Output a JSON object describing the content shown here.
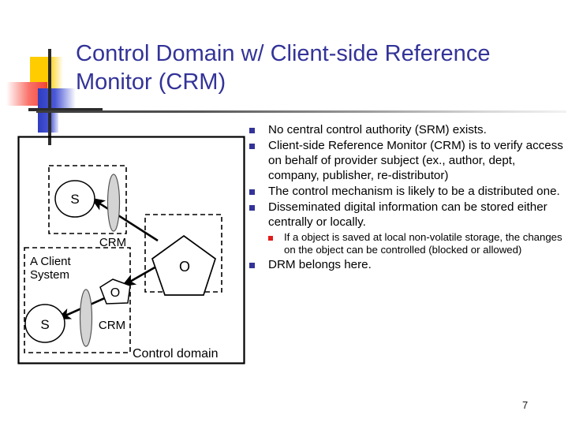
{
  "slide": {
    "title": "Control Domain w/ Client-side Reference Monitor (CRM)",
    "title_color": "#333399",
    "page_number": "7",
    "bullet_color": "#333399",
    "sub_bullet_color": "#e21b1b"
  },
  "bullets": [
    {
      "level": 1,
      "text": "No central control authority (SRM) exists."
    },
    {
      "level": 1,
      "text": "Client-side Reference Monitor (CRM) is to verify access on behalf of provider subject (ex., author, dept, company, publisher, re-distributor)"
    },
    {
      "level": 1,
      "text": "The control mechanism is likely to be  a distributed one."
    },
    {
      "level": 1,
      "text": "Disseminated digital information can be stored either centrally or locally."
    },
    {
      "level": 2,
      "text": "If a object is saved at local non-volatile storage, the changes on the object can be controlled (blocked or allowed)"
    },
    {
      "level": 1,
      "text": "DRM belongs here."
    }
  ],
  "diagram": {
    "outer_label": "Control domain",
    "client_system_label": "A Client System",
    "nodes": [
      {
        "id": "subject-top",
        "shape": "circle",
        "label": "S"
      },
      {
        "id": "crm-top",
        "shape": "lens",
        "label": "CRM"
      },
      {
        "id": "object-remote",
        "shape": "pentagon",
        "label": "O"
      },
      {
        "id": "object-local",
        "shape": "pentagon",
        "label": "O"
      },
      {
        "id": "crm-bottom",
        "shape": "lens",
        "label": "CRM"
      },
      {
        "id": "subject-bottom",
        "shape": "circle",
        "label": "S"
      }
    ],
    "arrows": [
      {
        "from": "object-remote",
        "to": "subject-top"
      },
      {
        "from": "object-remote",
        "to": "object-local"
      },
      {
        "from": "object-local",
        "to": "subject-bottom"
      }
    ],
    "fill_lens": "#d4d4d4",
    "stroke": "#000000"
  }
}
